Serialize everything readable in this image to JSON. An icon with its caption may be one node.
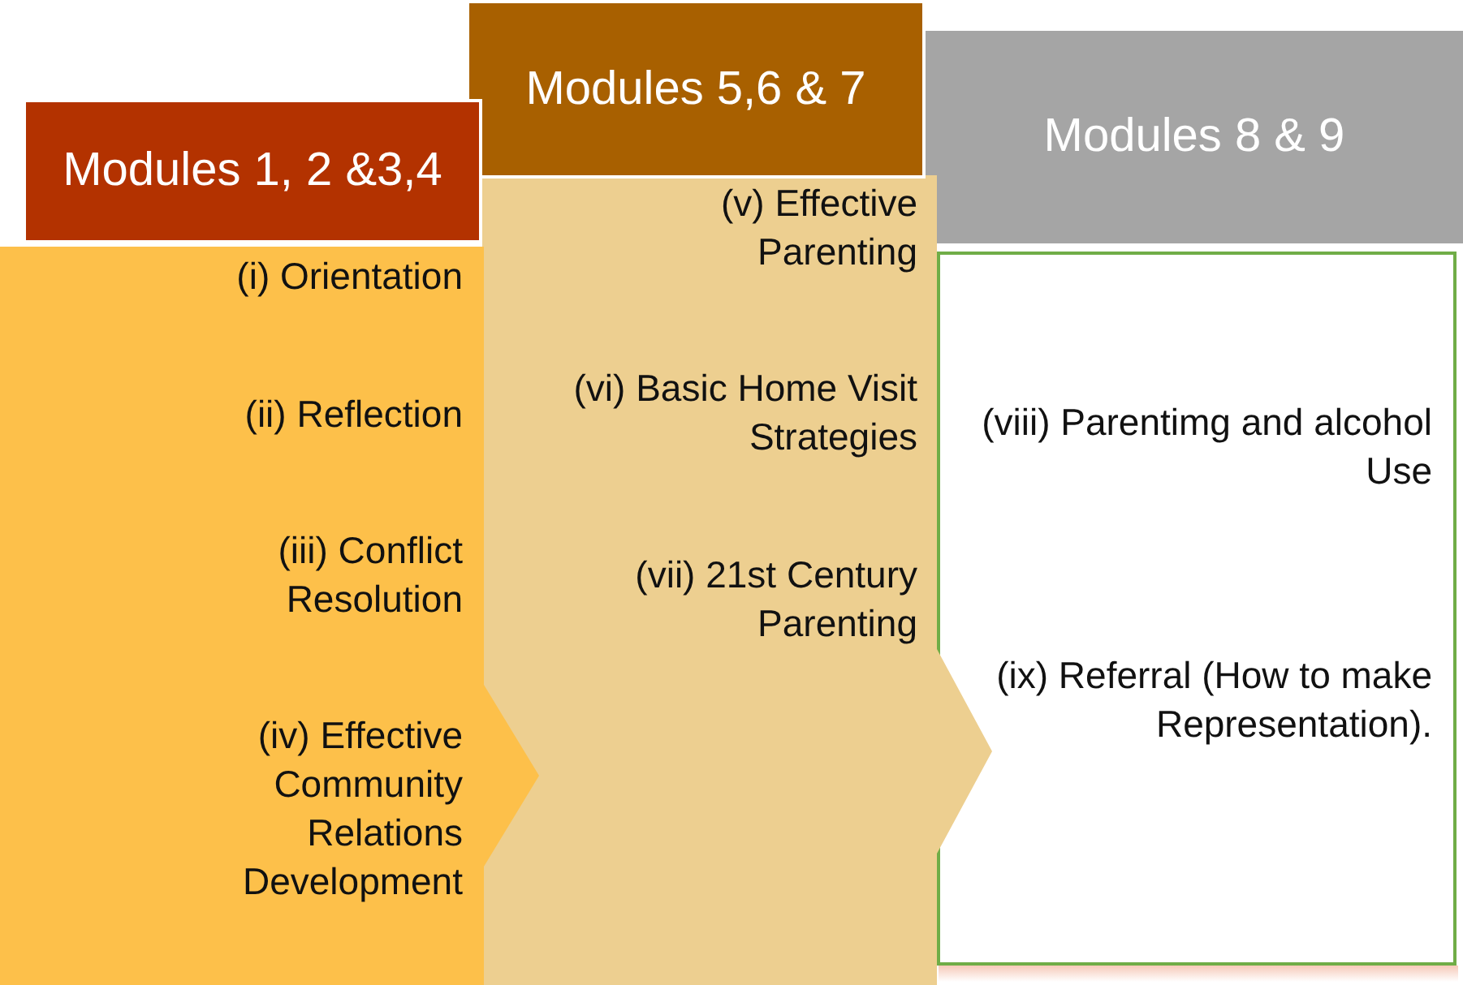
{
  "diagram": {
    "nodes": [
      {
        "text": [
          "Modules 1, 2 &3,4"
        ]
      },
      {
        "text": [
          "(i) Orientation",
          "(ii) Reflection",
          "(iii) Conflict Resolution",
          "(iv) Effective Community Relations Development"
        ]
      },
      {
        "text": [
          "Modules 5,6 & 7"
        ]
      },
      {
        "text": [
          "(v) Effective Parenting",
          "(vi) Basic Home Visit Strategies",
          "(vii) 21st Century Parenting"
        ]
      },
      {
        "text": [
          "Modules 8 & 9"
        ]
      },
      {
        "text": [
          "(viii) Parentimg and alcohol Use",
          "(ix) Referral (How to make Representation)."
        ]
      }
    ]
  }
}
